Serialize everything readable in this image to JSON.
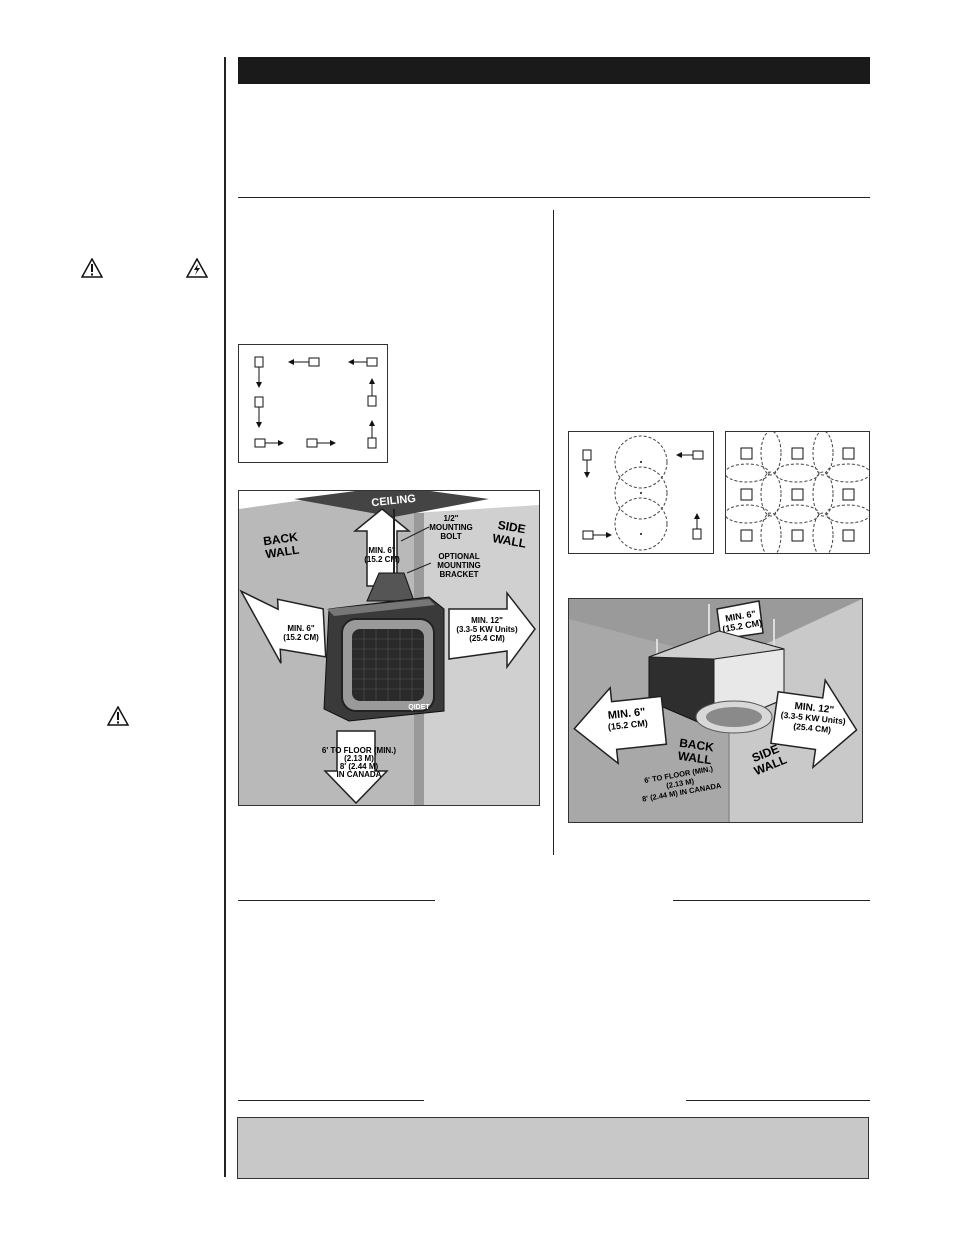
{
  "diagram1": {
    "ceiling": "CEILING",
    "back_wall": [
      "BACK",
      "WALL"
    ],
    "side_wall": [
      "SIDE",
      "WALL"
    ],
    "bolt": [
      "1/2\"",
      "MOUNTING",
      "BOLT"
    ],
    "bracket": [
      "OPTIONAL",
      "MOUNTING",
      "BRACKET"
    ],
    "top_clear": [
      "MIN. 6\"",
      "(15.2 CM)"
    ],
    "left_clear": [
      "MIN. 6\"",
      "(15.2 CM)"
    ],
    "right_clear": [
      "MIN. 12\"",
      "(3.3-5 KW Units)",
      "(25.4 CM)"
    ],
    "floor_clear": [
      "6' TO FLOOR (MIN.)",
      "(2.13 M)",
      "8' (2.44 M)",
      "IN CANADA"
    ],
    "brand": "QIDET"
  },
  "diagram2": {
    "top_clear": [
      "MIN. 6\"",
      "(15.2 CM)"
    ],
    "left_clear": [
      "MIN. 6\"",
      "(15.2 CM)"
    ],
    "right_clear": [
      "MIN. 12\"",
      "(3.3-5 KW Units)",
      "(25.4 CM)"
    ],
    "back_wall": [
      "BACK",
      "WALL"
    ],
    "side_wall": [
      "SIDE",
      "WALL"
    ],
    "floor_clear": [
      "6' TO FLOOR (MIN.)",
      "(2.13 M)",
      "8' (2.44 M) IN CANADA"
    ]
  },
  "icons": [
    "warning-triangle-icon",
    "electric-shock-icon",
    "warning-triangle-icon"
  ],
  "colors": {
    "title_bar": "#1a1a1a",
    "note_box": "#c8c8c8",
    "wall_gray": "#c4c4c4"
  }
}
